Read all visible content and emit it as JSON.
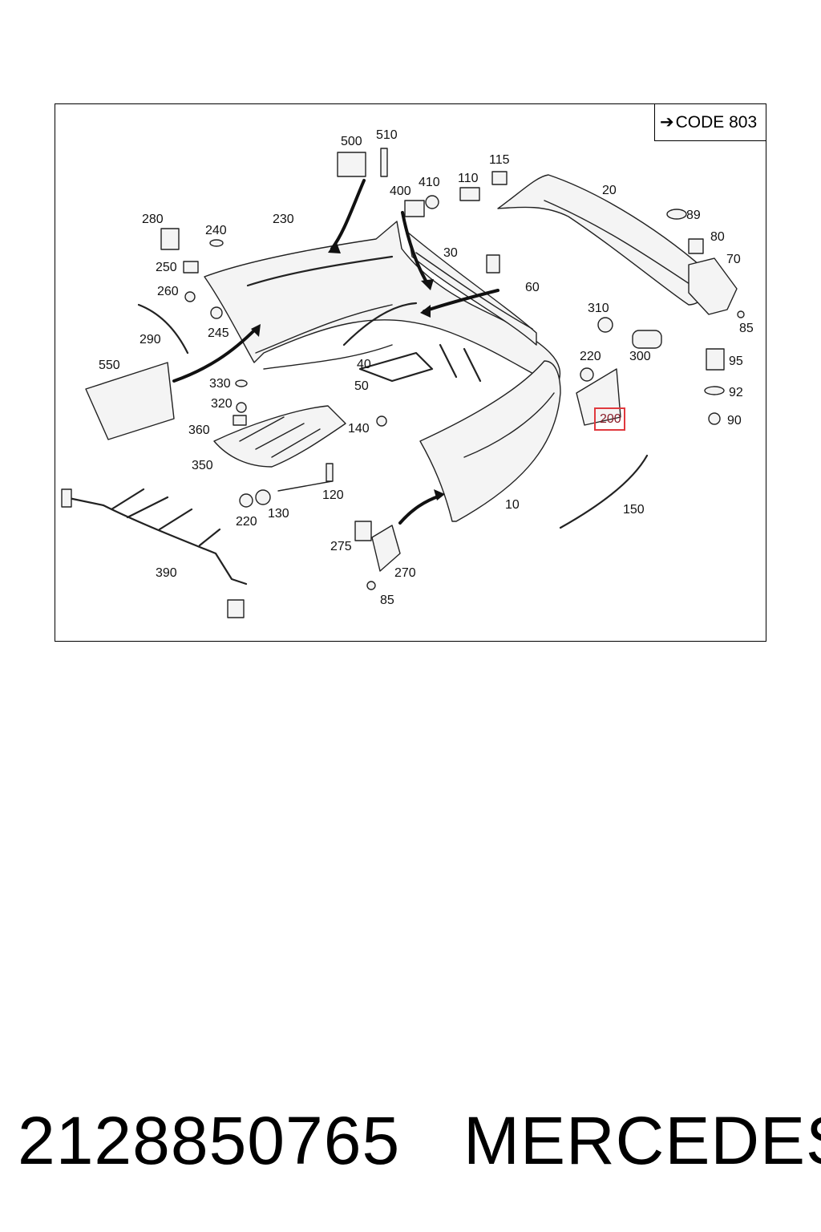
{
  "diagram": {
    "code_label": "CODE 803",
    "code_arrow_icon": "arrow-right-icon",
    "highlight_color": "#e0393e",
    "callouts": [
      {
        "id": "500",
        "text": "500"
      },
      {
        "id": "510",
        "text": "510"
      },
      {
        "id": "115",
        "text": "115"
      },
      {
        "id": "110",
        "text": "110"
      },
      {
        "id": "410",
        "text": "410"
      },
      {
        "id": "400",
        "text": "400"
      },
      {
        "id": "20",
        "text": "20"
      },
      {
        "id": "89",
        "text": "89"
      },
      {
        "id": "80",
        "text": "80"
      },
      {
        "id": "70",
        "text": "70"
      },
      {
        "id": "280",
        "text": "280"
      },
      {
        "id": "240",
        "text": "240"
      },
      {
        "id": "230",
        "text": "230"
      },
      {
        "id": "250",
        "text": "250"
      },
      {
        "id": "260",
        "text": "260"
      },
      {
        "id": "245",
        "text": "245"
      },
      {
        "id": "30",
        "text": "30"
      },
      {
        "id": "60",
        "text": "60"
      },
      {
        "id": "310",
        "text": "310"
      },
      {
        "id": "85a",
        "text": "85"
      },
      {
        "id": "290",
        "text": "290"
      },
      {
        "id": "220a",
        "text": "220"
      },
      {
        "id": "300",
        "text": "300"
      },
      {
        "id": "95",
        "text": "95"
      },
      {
        "id": "550",
        "text": "550"
      },
      {
        "id": "40",
        "text": "40"
      },
      {
        "id": "330",
        "text": "330"
      },
      {
        "id": "50",
        "text": "50"
      },
      {
        "id": "92",
        "text": "92"
      },
      {
        "id": "320",
        "text": "320"
      },
      {
        "id": "200",
        "text": "200",
        "highlighted": true
      },
      {
        "id": "90",
        "text": "90"
      },
      {
        "id": "360",
        "text": "360"
      },
      {
        "id": "140",
        "text": "140"
      },
      {
        "id": "350",
        "text": "350"
      },
      {
        "id": "120",
        "text": "120"
      },
      {
        "id": "10",
        "text": "10"
      },
      {
        "id": "150",
        "text": "150"
      },
      {
        "id": "220b",
        "text": "220"
      },
      {
        "id": "130",
        "text": "130"
      },
      {
        "id": "275",
        "text": "275"
      },
      {
        "id": "390",
        "text": "390"
      },
      {
        "id": "270",
        "text": "270"
      },
      {
        "id": "85b",
        "text": "85"
      }
    ]
  },
  "footer": {
    "part_number": "2128850765",
    "brand": "MERCEDES"
  }
}
